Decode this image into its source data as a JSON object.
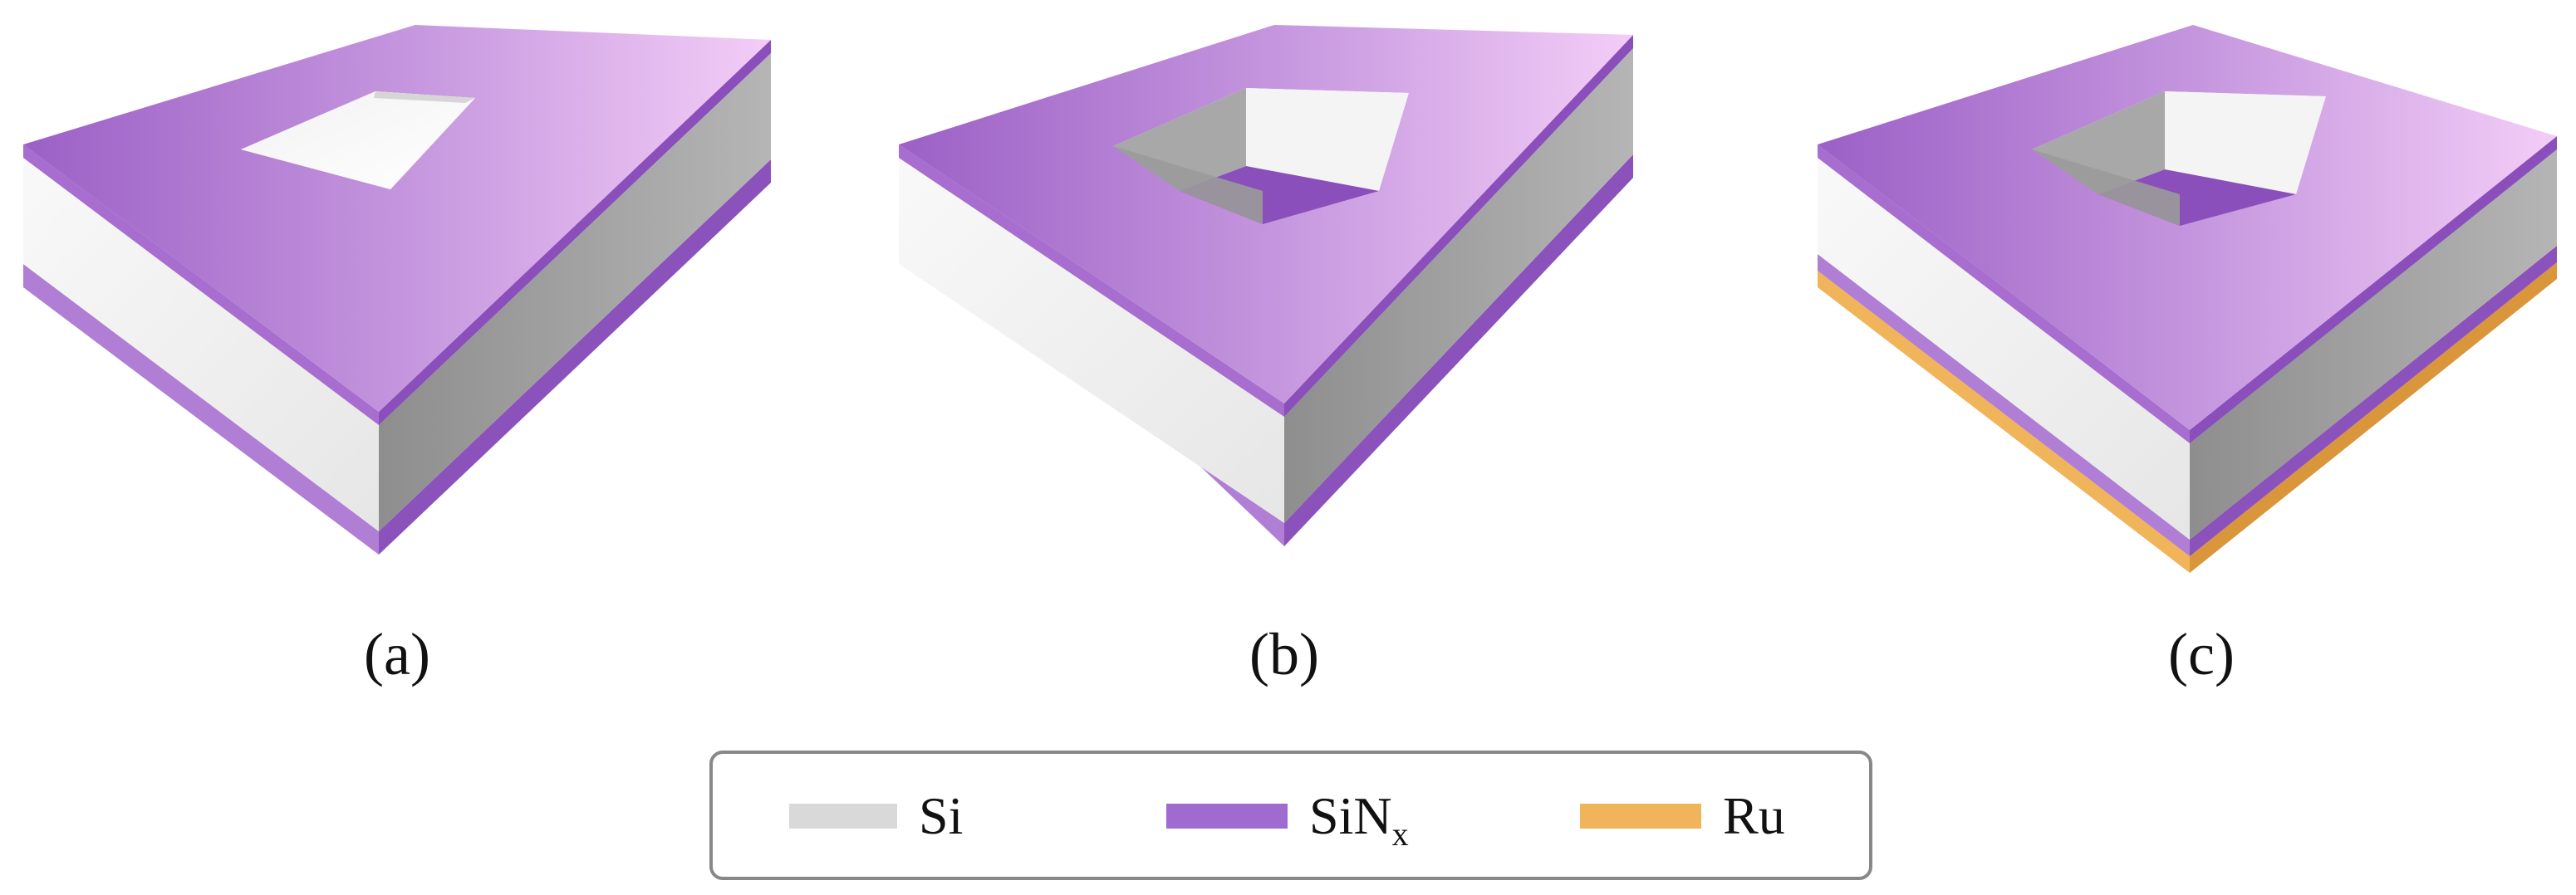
{
  "panels": [
    {
      "id": "a",
      "caption": "(a)"
    },
    {
      "id": "b",
      "caption": "(b)"
    },
    {
      "id": "c",
      "caption": "(c)"
    }
  ],
  "legend": {
    "items": [
      {
        "label": "Si",
        "color": "#d9d9d9"
      },
      {
        "label": "SiN",
        "subscript": "x",
        "color": "#a06bd0"
      },
      {
        "label": "Ru",
        "color": "#f0b45a"
      }
    ]
  },
  "colors": {
    "sinx_top_start": "#9e62c8",
    "sinx_top_end": "#f0c8f6",
    "sinx_side": "#9a5ec6",
    "si_light": "#f6f6f6",
    "si_dark": "#999999",
    "ru": "#f0b45a"
  }
}
